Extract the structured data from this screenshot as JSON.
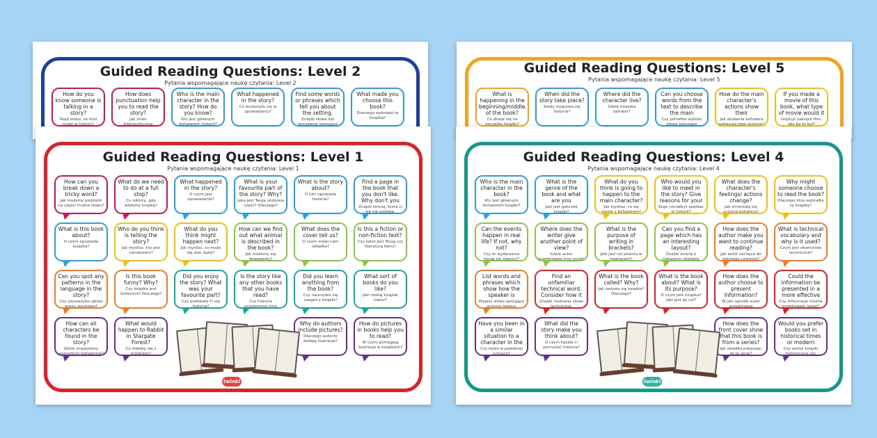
{
  "sheets": [
    {
      "title": "Guided Reading Questions: Level 2",
      "subtitle": "Pytania wspomagające naukę czytania: Level 2",
      "frame_color": "#1f3fa8",
      "bubbles": [
        {
          "en": "How do you know someone is talking in a story?",
          "pl": "Skąd wiesz, że ktoś mówi w historii?",
          "color": "#d4144f"
        },
        {
          "en": "How does punctuation help you to read the story?",
          "pl": "Jak znaki interpunkcyjne pomagają czytać?",
          "color": "#d4144f"
        },
        {
          "en": "Who is the main character in the story? How do you know?",
          "pl": "Kto jest głównym bohaterem historii?",
          "color": "#2b9fe0"
        },
        {
          "en": "What happened in the story?",
          "pl": "Co wydarzyło się w opowiadaniu?",
          "color": "#2b9fe0"
        },
        {
          "en": "Find some words or phrases which tell you about the setting.",
          "pl": "Znajdź słowa lub wyrażenia opisujące miejsce.",
          "color": "#2b9fe0"
        },
        {
          "en": "What made you choose this book?",
          "pl": "Dlaczego wybrałeś tę książkę?",
          "color": "#2b9fe0"
        }
      ]
    },
    {
      "title": "Guided Reading Questions: Level 1",
      "subtitle": "Pytania wspomagające naukę czytania: Level 1",
      "frame_color": "#e31e24",
      "bubbles": [
        {
          "en": "How can you break down a tricky word?",
          "pl": "Jak możemy podzielić na części trudne słowo?",
          "color": "#d4144f"
        },
        {
          "en": "What do we need to do at a full stop?",
          "pl": "Co robimy, gdy widzimy kropkę?",
          "color": "#d4144f"
        },
        {
          "en": "What happened in the story?",
          "pl": "O czym jest opowiadanie?",
          "color": "#2b9fe0"
        },
        {
          "en": "What is your favourite part of the story? Why?",
          "pl": "Jaka jest Twoja ulubiona część? Dlaczego?",
          "color": "#2b9fe0"
        },
        {
          "en": "What is the story about?",
          "pl": "O kim opowiada historia?",
          "color": "#2b9fe0"
        },
        {
          "en": "Find a page in the book that you don't like. Why don't you like it?",
          "pl": "Znajdź stronę, która ci się nie podoba.",
          "color": "#2b9fe0"
        },
        {
          "en": "What is this book about?",
          "pl": "O czym opowiada książka?",
          "color": "#2b9fe0"
        },
        {
          "en": "Who do you think is telling the story?",
          "pl": "Jak myślisz, kto jest narratorem?",
          "color": "#f4c00a"
        },
        {
          "en": "What do you think might happen next?",
          "pl": "Jak myślisz, co może się stać dalej?",
          "color": "#f4c00a"
        },
        {
          "en": "How can we find out what animal is described in the book?",
          "pl": "Jak możemy się dowiedzieć?",
          "color": "#8dc63f"
        },
        {
          "en": "What does the cover tell us?",
          "pl": "O czym mówi nam okładka?",
          "color": "#8dc63f"
        },
        {
          "en": "Is this a fiction or non-fiction text?",
          "pl": "Czy tekst jest fikcją czy literaturą faktu?",
          "color": "#8dc63f"
        },
        {
          "en": "Can you spot any patterns in the language in the story?",
          "pl": "Czy zauważyłeś jakieś wzory językowe?",
          "color": "#f47b20"
        },
        {
          "en": "Is this book funny? Why?",
          "pl": "Czy książka jest śmieszna? Dlaczego?",
          "color": "#f47b20"
        },
        {
          "en": "Did you enjoy the story? What was your favourite part?",
          "pl": "Czy podobała Ci się historia?",
          "color": "#16a99a"
        },
        {
          "en": "Is the story like any other books that you have read?",
          "pl": "Czy historia przypomina inne książki?",
          "color": "#16a99a"
        },
        {
          "en": "Did you learn anything from the book?",
          "pl": "Czy nauczyłeś się czegoś z książki?",
          "color": "#16a99a"
        },
        {
          "en": "What sort of books do you like?",
          "pl": "Jaki rodzaj książek lubisz?",
          "color": "#16a99a"
        },
        {
          "en": "How can all characters be found in the story?",
          "pl": "Gdzie znajdziemy wszystkich bohaterów?",
          "color": "#6a2c91"
        },
        {
          "en": "What would happen to Rabbit in Stargate Forest?",
          "pl": "Co stałoby się z królikiem?",
          "color": "#6a2c91"
        },
        {
          "en": "Why do authors include pictures?",
          "pl": "Dlaczego autorzy dodają ilustracje?",
          "color": "#6a2c91"
        },
        {
          "en": "How do pictures in books help you to read?",
          "pl": "W czym pomagają ilustracje w książkach?",
          "color": "#6a2c91"
        }
      ],
      "logo": "twinkl"
    },
    {
      "title": "Guided Reading Questions: Level 5",
      "subtitle": "Pytania wspomagające naukę czytania: Level 5",
      "frame_color": "#f5a31a",
      "bubbles": [
        {
          "en": "What is happening in the beginning/middle/end of the book?",
          "pl": "Co dzieje się na początku książki?",
          "color": "#f5a31a"
        },
        {
          "en": "When did the story take place?",
          "pl": "Kiedy rozgrywa się historia?",
          "color": "#2b9fe0"
        },
        {
          "en": "Where did the character live?",
          "pl": "Gdzie mieszka bohater?",
          "color": "#2b9fe0"
        },
        {
          "en": "Can you choose words from the text to describe the main character?",
          "pl": "Czy potrafisz wybrać słowa opisujące bohatera?",
          "color": "#2b9fe0"
        },
        {
          "en": "How do the main character's actions show their thoughts/feelings?",
          "pl": "Jak działania bohatera pokazują jego uczucia?",
          "color": "#f4c00a"
        },
        {
          "en": "If you made a movie of this book, what type of movie would it be?",
          "pl": "Gdybyś nakręcił film, jaki by to był?",
          "color": "#f4c00a"
        }
      ]
    },
    {
      "title": "Guided Reading Questions: Level 4",
      "subtitle": "Pytania wspomagające naukę czytania: Level 4",
      "frame_color": "#0f9b8a",
      "bubbles": [
        {
          "en": "Who is the main character in the book?",
          "pl": "Kto jest głównym bohaterem książki?",
          "color": "#2b9fe0"
        },
        {
          "en": "What is the genre of the book and what are you expecting?",
          "pl": "Jaki jest gatunek książki?",
          "color": "#2b9fe0"
        },
        {
          "en": "What do you think is going to happen to the main character?",
          "pl": "Jak myślisz, co się stanie z bohaterem?",
          "color": "#f4c00a"
        },
        {
          "en": "Who would you like to meet in the story? Give reasons for your choice.",
          "pl": "Kogo chciałbyś spotkać w historii?",
          "color": "#f4c00a"
        },
        {
          "en": "What does the character's feelings/ actions change?",
          "pl": "Jak zmieniają się uczucia bohatera?",
          "color": "#f4c00a"
        },
        {
          "en": "Why might someone choose to read the book?",
          "pl": "Dlaczego ktoś wybrałby tę książkę?",
          "color": "#f4c00a"
        },
        {
          "en": "Can the events happen in real life? If not, why not?",
          "pl": "Czy te wydarzenia mogą się zdarzyć?",
          "color": "#8dc63f"
        },
        {
          "en": "Where does the writer give another point of view?",
          "pl": "Gdzie autor przedstawia inny punkt widzenia?",
          "color": "#8dc63f"
        },
        {
          "en": "What is the purpose of writing in brackets?",
          "pl": "Jaki jest cel pisania w nawiasach?",
          "color": "#8dc63f"
        },
        {
          "en": "Can you find a page which has an interesting layout?",
          "pl": "Znajdź stronę o ciekawym układzie.",
          "color": "#8dc63f"
        },
        {
          "en": "How does the author make you want to continue reading?",
          "pl": "Jak autor zachęca do dalszego czytania?",
          "color": "#f47b20"
        },
        {
          "en": "What is technical vocabulary and why is it used?",
          "pl": "Czym jest słownictwo techniczne?",
          "color": "#f47b20"
        },
        {
          "en": "List words and phrases which show how the speaker is feeling.",
          "pl": "Wypisz słowa opisujące uczucia mówcy.",
          "color": "#f47b20"
        },
        {
          "en": "Find an unfamiliar technical word. Consider how it is used in a sentence.",
          "pl": "Znajdź nieznane słowo techniczne.",
          "color": "#e31e24"
        },
        {
          "en": "What is the book called? Why?",
          "pl": "Jak nazywa się książka? Dlaczego?",
          "color": "#e31e24"
        },
        {
          "en": "What is the book about? What is its purpose?",
          "pl": "O czym jest książka? Jaki jest jej cel?",
          "color": "#e31e24"
        },
        {
          "en": "How does the author choose to present information?",
          "pl": "W jaki sposób autor przedstawia informacje?",
          "color": "#e31e24"
        },
        {
          "en": "Could the information be presented in a more effective way?",
          "pl": "Czy informacje można przedstawić lepiej?",
          "color": "#e31e24"
        },
        {
          "en": "Have you been in a similar situation to a character in the book?",
          "pl": "Czy byłeś w podobnej sytuacji?",
          "color": "#6a2c91"
        },
        {
          "en": "What did the story make you think about?",
          "pl": "O czym kazała ci pomyśleć historia?",
          "color": "#6a2c91"
        },
        {
          "en": "How does the front cover show that this book is from a series?",
          "pl": "Jak okładka pokazuje, że to seria?",
          "color": "#6a2c91"
        },
        {
          "en": "Would you prefer books set in historical times or modern times?",
          "pl": "Czy wolisz książki historyczne czy współczesne?",
          "color": "#6a2c91"
        }
      ],
      "logo": "twinkl"
    }
  ]
}
